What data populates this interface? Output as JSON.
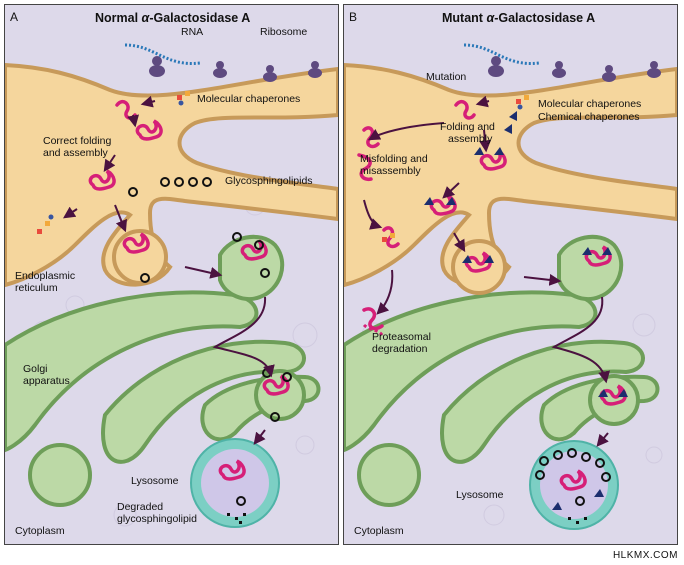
{
  "panel_a": {
    "letter": "A",
    "title_pre": "Normal ",
    "title_sym": "α",
    "title_post": "-Galactosidase A",
    "labels": {
      "rna": "RNA",
      "ribosome": "Ribosome",
      "molecular_chaperones": "Molecular chaperones",
      "correct_folding_1": "Correct folding",
      "correct_folding_2": "and assembly",
      "glycosphingolipids": "Glycosphingolipids",
      "er_1": "Endoplasmic",
      "er_2": "reticulum",
      "golgi_1": "Golgi",
      "golgi_2": "apparatus",
      "lysosome": "Lysosome",
      "degraded_1": "Degraded",
      "degraded_2": "glycosphingolipid",
      "cytoplasm": "Cytoplasm"
    }
  },
  "panel_b": {
    "letter": "B",
    "title_pre": "Mutant ",
    "title_sym": "α",
    "title_post": "-Galactosidase A",
    "labels": {
      "mutation": "Mutation",
      "molecular_chaperones": "Molecular chaperones",
      "chemical_chaperones": "Chemical chaperones",
      "folding_1": "Folding and",
      "folding_2": "assembly",
      "misfolding_1": "Misfolding and",
      "misfolding_2": "misassembly",
      "proteasomal_1": "Proteasomal",
      "proteasomal_2": "degradation",
      "lysosome": "Lysosome",
      "cytoplasm": "Cytoplasm"
    }
  },
  "footer": "HLKMX.COM",
  "colors": {
    "cytoplasm": "#ddd9ea",
    "er_fill": "#f5d69d",
    "er_stroke": "#c79a5a",
    "golgi_fill": "#bcd9a6",
    "golgi_stroke": "#6e9e59",
    "lysosome_rim": "#7ccfc4",
    "lysosome_inner": "#cfc7e8",
    "protein": "#d61f78",
    "ribosome": "#5e4a80",
    "arrow": "#4b1240",
    "chem_chaperone": "#1c2e6e"
  }
}
